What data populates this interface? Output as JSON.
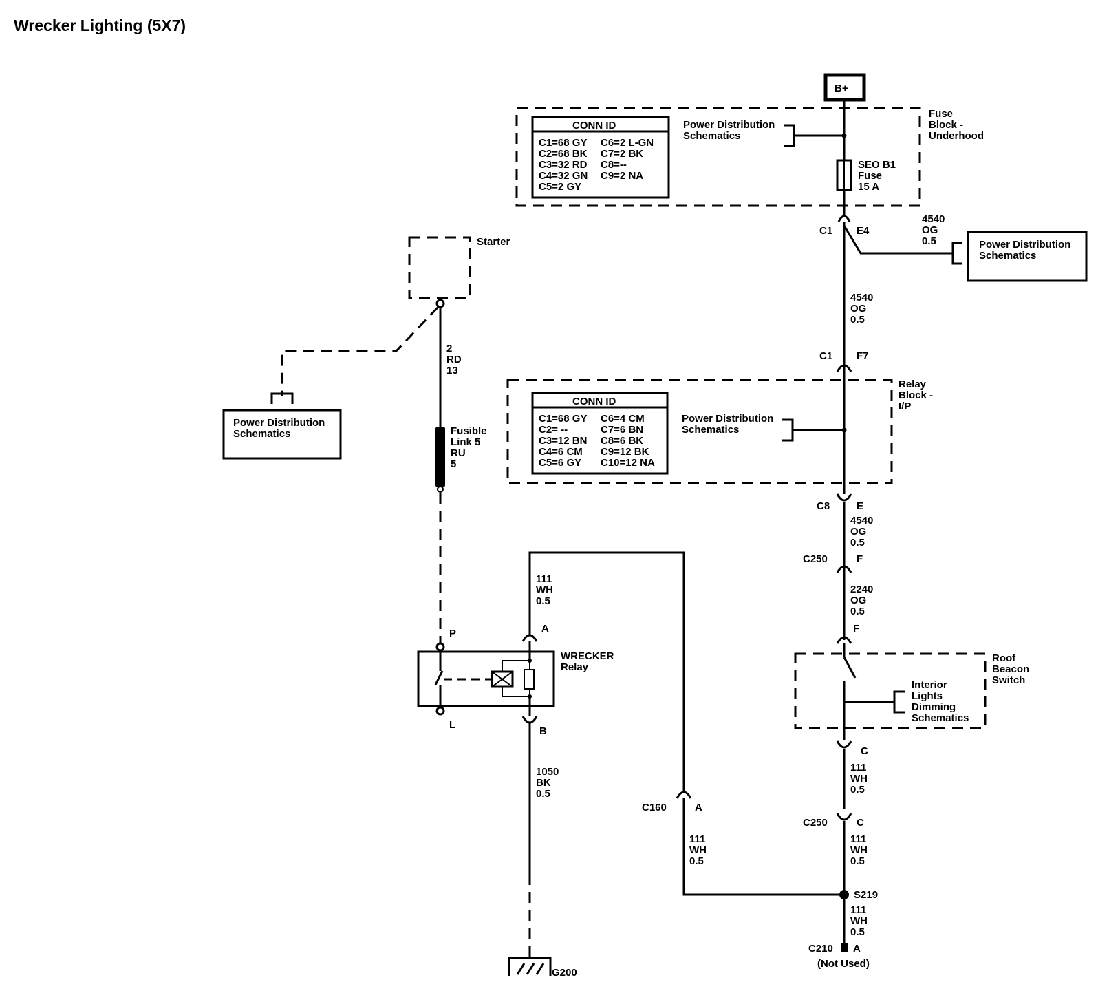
{
  "title": "Wrecker Lighting (5X7)",
  "bplus": "B+",
  "fuse_block": {
    "name": [
      "Fuse",
      "Block -",
      "Underhood"
    ],
    "conn_title": "CONN ID",
    "conn_rows": [
      [
        "C1=68 GY",
        "C6=2 L-GN"
      ],
      [
        "C2=68 BK",
        "C7=2 BK"
      ],
      [
        "C3=32 RD",
        "C8=--"
      ],
      [
        "C4=32 GN",
        "C9=2 NA"
      ],
      [
        "C5=2 GY",
        ""
      ]
    ],
    "pds": [
      "Power Distribution",
      "Schematics"
    ],
    "fuse": [
      "SEO B1",
      "Fuse",
      "15 A"
    ]
  },
  "c1_e4": {
    "conn": "C1",
    "pin": "E4"
  },
  "wire_4540_a": [
    "4540",
    "OG",
    "0.5"
  ],
  "pds_right": [
    "Power Distribution",
    "Schematics"
  ],
  "wire_4540_b": [
    "4540",
    "OG",
    "0.5"
  ],
  "c1_f7": {
    "conn": "C1",
    "pin": "F7"
  },
  "relay_block": {
    "name": [
      "Relay",
      "Block -",
      "I/P"
    ],
    "conn_title": "CONN ID",
    "conn_rows": [
      [
        "C1=68 GY",
        "C6=4 CM"
      ],
      [
        "C2= --",
        "C7=6 BN"
      ],
      [
        "C3=12 BN",
        "C8=6 BK"
      ],
      [
        "C4=6 CM",
        "C9=12 BK"
      ],
      [
        "C5=6 GY",
        "C10=12 NA"
      ]
    ],
    "pds": [
      "Power Distribution",
      "Schematics"
    ]
  },
  "c8_e": {
    "conn": "C8",
    "pin": "E"
  },
  "wire_4540_c": [
    "4540",
    "OG",
    "0.5"
  ],
  "c250_f": {
    "conn": "C250",
    "pin": "F"
  },
  "wire_2240": [
    "2240",
    "OG",
    "0.5"
  ],
  "f_pin": "F",
  "roof_beacon": {
    "name": [
      "Roof",
      "Beacon",
      "Switch"
    ],
    "dimming": [
      "Interior",
      "Lights",
      "Dimming",
      "Schematics"
    ]
  },
  "c_pin": "C",
  "wire_111_a": [
    "111",
    "WH",
    "0.5"
  ],
  "c250_c": {
    "conn": "C250",
    "pin": "C"
  },
  "wire_111_b": [
    "111",
    "WH",
    "0.5"
  ],
  "s219": "S219",
  "wire_111_c": [
    "111",
    "WH",
    "0.5"
  ],
  "c210": {
    "conn": "C210",
    "pin": "A",
    "note": "(Not Used)"
  },
  "starter": "Starter",
  "pds_left": [
    "Power Distribution",
    "Schematics"
  ],
  "wire_2rd": [
    "2",
    "RD",
    "13"
  ],
  "fusible_link": [
    "Fusible",
    "Link 5",
    "RU",
    "5"
  ],
  "relay": {
    "name": [
      "WRECKER",
      "Relay"
    ],
    "pin_p": "P",
    "pin_l": "L",
    "pin_a": "A",
    "pin_b": "B"
  },
  "wire_111_top": [
    "111",
    "WH",
    "0.5"
  ],
  "wire_1050": [
    "1050",
    "BK",
    "0.5"
  ],
  "g200": "G200",
  "c160": {
    "conn": "C160",
    "pin": "A"
  },
  "wire_111_c160": [
    "111",
    "WH",
    "0.5"
  ]
}
